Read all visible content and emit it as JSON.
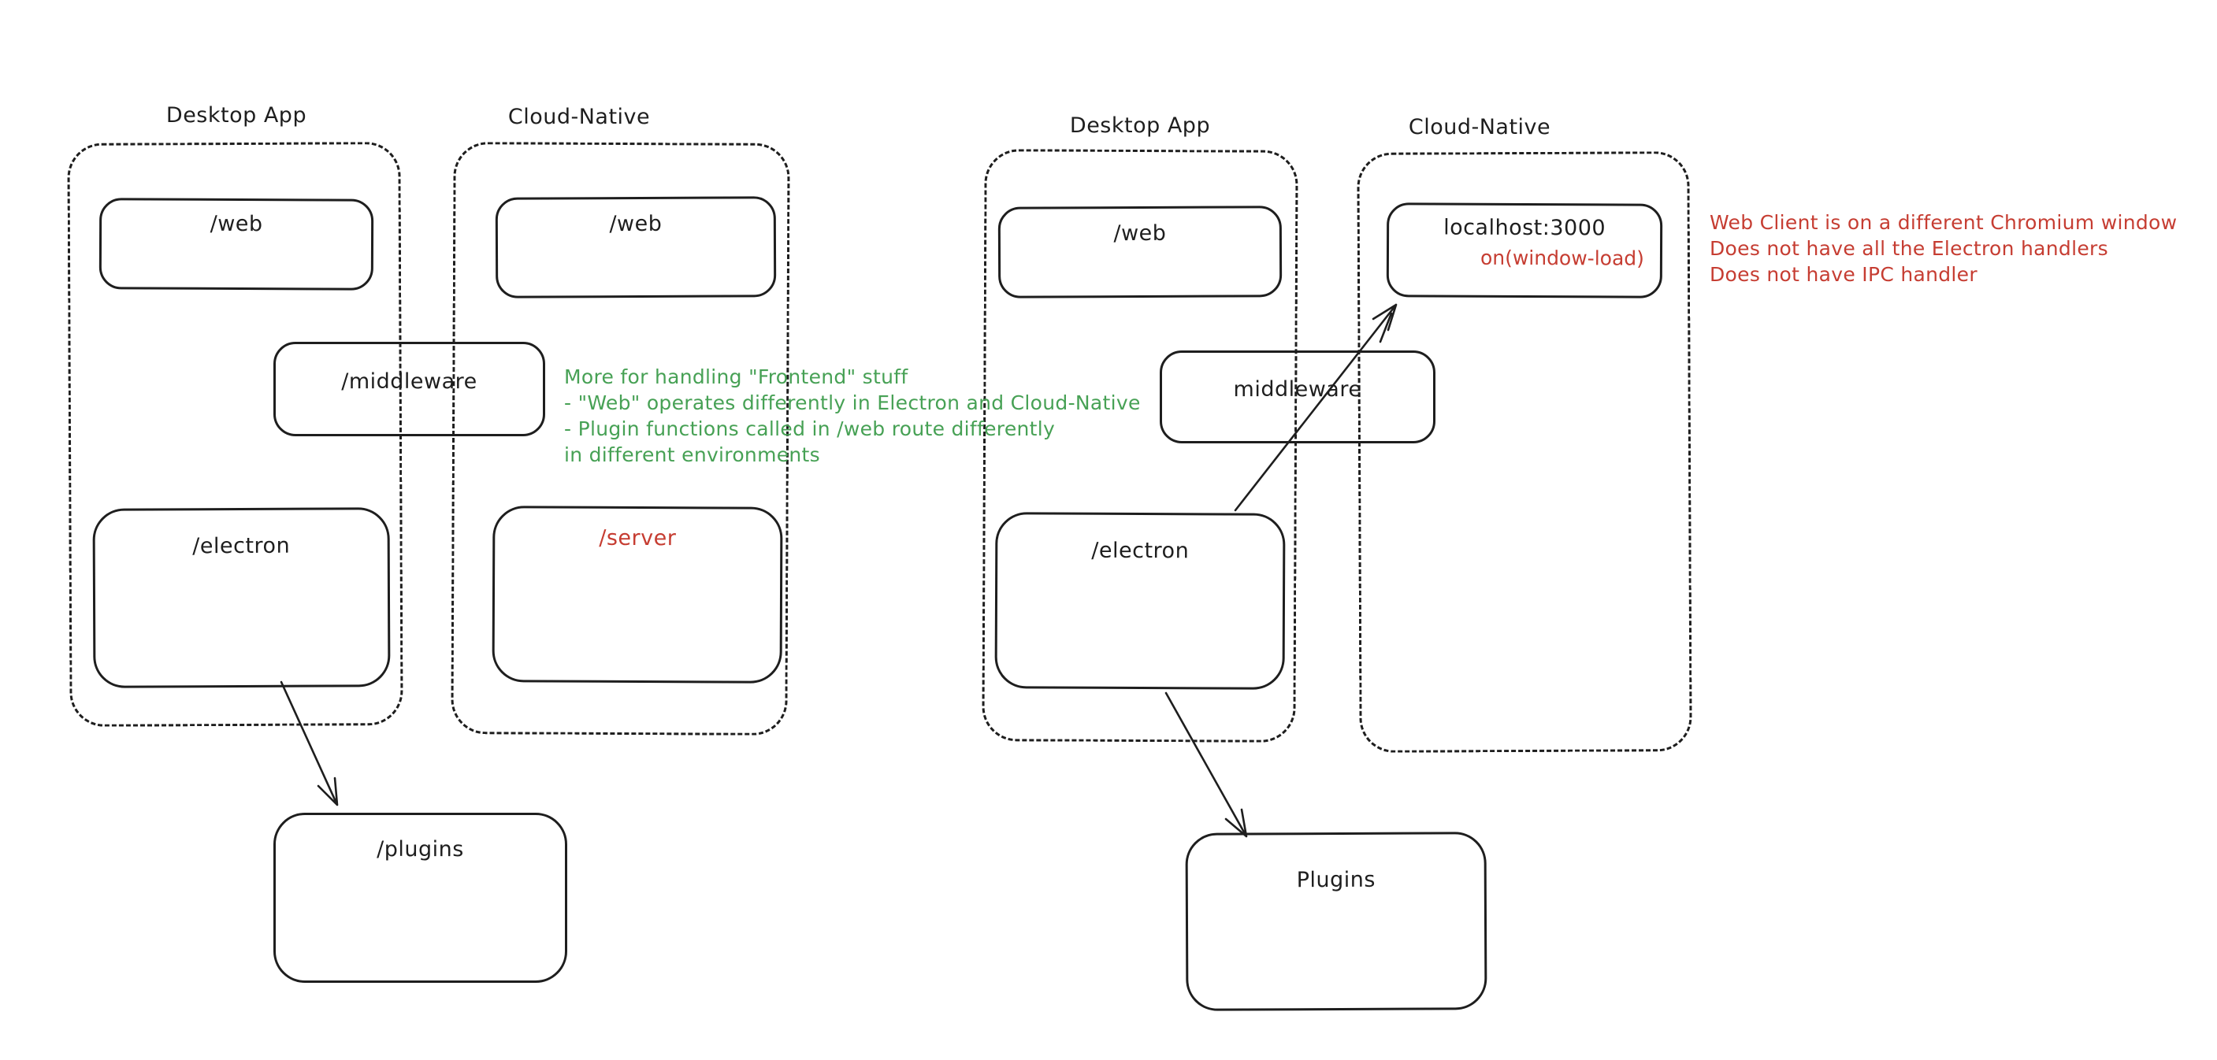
{
  "colors": {
    "ink": "#1e1e1e",
    "red": "#c63d32",
    "green": "#47a155",
    "canvas": "#ffffff"
  },
  "diagram_left": {
    "desktop_app_label": "Desktop App",
    "cloud_native_label": "Cloud-Native",
    "web_desktop": "/web",
    "web_cloud": "/web",
    "middleware": "/middleware",
    "electron": "/electron",
    "server": "/server",
    "plugins": "/plugins"
  },
  "diagram_right": {
    "desktop_app_label": "Desktop App",
    "cloud_native_label": "Cloud-Native",
    "web": "/web",
    "localhost": "localhost:3000",
    "window_load": "on(window-load)",
    "middleware": "middleware",
    "electron": "/electron",
    "plugins": "Plugins"
  },
  "green_note": {
    "line1": "More for handling \"Frontend\" stuff",
    "line2": "- \"Web\" operates differently in Electron and Cloud-Native",
    "line3": "- Plugin functions called in /web route differently",
    "line4": "in different environments"
  },
  "red_note": {
    "line1": "Web Client is on a different Chromium window",
    "line2": "Does not have all the Electron handlers",
    "line3": "Does not have IPC handler"
  }
}
